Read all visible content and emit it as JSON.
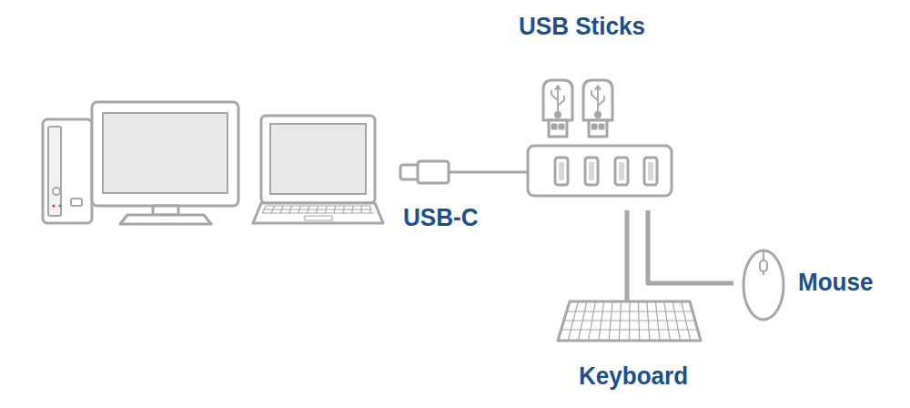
{
  "diagram": {
    "labels": [
      "USB Sticks",
      "USB-C",
      "Mouse",
      "Keyboard"
    ]
  }
}
